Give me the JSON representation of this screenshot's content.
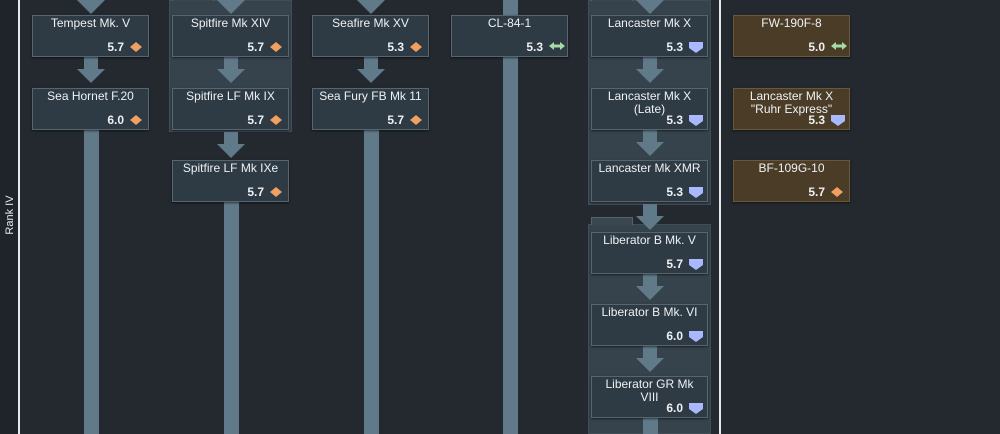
{
  "rank": {
    "label": "Rank IV"
  },
  "colors": {
    "background": "#23292f",
    "card": "#2e3a44",
    "premium_card": "#4a3c26",
    "connector": "#607a8a",
    "fighter_icon": "#f0a060",
    "bomber_icon": "#aab8ff",
    "light_icon": "#a4dba8"
  },
  "icons": {
    "fighter": "fighter-icon (orange diamond)",
    "bomber": "bomber-icon (blue shield)",
    "attacker": "attacker-icon (green double-arrow)"
  },
  "columns": [
    {
      "id": "col1",
      "cards": [
        {
          "name": "Tempest Mk. V",
          "br": "5.7",
          "icon": "fighter"
        },
        {
          "name": "Sea Hornet F.20",
          "br": "6.0",
          "icon": "fighter"
        }
      ]
    },
    {
      "id": "col2",
      "cards": [
        {
          "name": "Spitfire Mk XIV",
          "br": "5.7",
          "icon": "fighter"
        },
        {
          "name": "Spitfire LF Mk IX",
          "br": "5.7",
          "icon": "fighter"
        },
        {
          "name": "Spitfire LF Mk IXe",
          "br": "5.7",
          "icon": "fighter"
        }
      ]
    },
    {
      "id": "col3",
      "cards": [
        {
          "name": "Seafire Mk XV",
          "br": "5.3",
          "icon": "fighter"
        },
        {
          "name": "Sea Fury FB Mk 11",
          "br": "5.7",
          "icon": "fighter"
        }
      ]
    },
    {
      "id": "col4",
      "cards": [
        {
          "name": "CL-84-1",
          "br": "5.3",
          "icon": "attacker"
        }
      ]
    },
    {
      "id": "col5",
      "cards": [
        {
          "name": "Lancaster Mk X",
          "br": "5.3",
          "icon": "bomber"
        },
        {
          "name": "Lancaster Mk X",
          "name2": "(Late)",
          "br": "5.3",
          "icon": "bomber"
        },
        {
          "name": "Lancaster Mk XMR",
          "br": "5.3",
          "icon": "bomber"
        },
        {
          "name": "Liberator B Mk. V",
          "br": "5.7",
          "icon": "bomber"
        },
        {
          "name": "Liberator B Mk. VI",
          "br": "6.0",
          "icon": "bomber"
        },
        {
          "name": "Liberator GR Mk",
          "name2": "VIII",
          "br": "6.0",
          "icon": "bomber"
        }
      ]
    }
  ],
  "premium": [
    {
      "name": "FW-190F-8",
      "br": "5.0",
      "icon": "attacker"
    },
    {
      "name": "Lancaster Mk X",
      "name2": "\"Ruhr Express\"",
      "br": "5.3",
      "icon": "bomber"
    },
    {
      "name": "BF-109G-10",
      "br": "5.7",
      "icon": "fighter"
    }
  ]
}
